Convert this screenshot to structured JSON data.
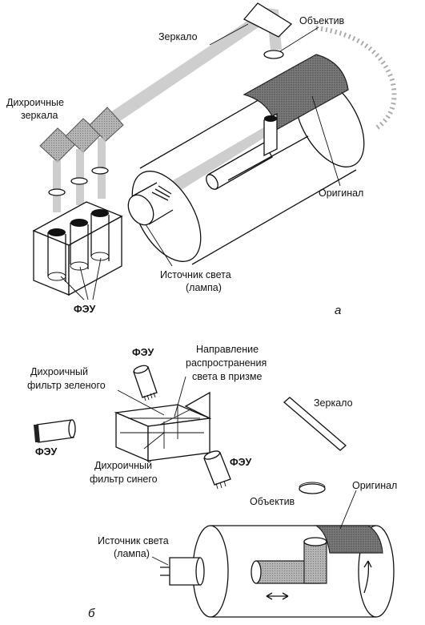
{
  "diagram_a": {
    "mirror": "Зеркало",
    "lens": "Объектив",
    "dichroic_mirrors_1": "Дихроичные",
    "dichroic_mirrors_2": "зеркала",
    "original": "Оригинал",
    "light_source_1": "Источник света",
    "light_source_2": "(лампа)",
    "pmt": "ФЭУ",
    "letter": "а"
  },
  "diagram_b": {
    "pmt_top": "ФЭУ",
    "light_dir_1": "Направление",
    "light_dir_2": "распространения",
    "light_dir_3": "света в призме",
    "green_filter_1": "Дихроичный",
    "green_filter_2": "фильтр зеленого",
    "mirror": "Зеркало",
    "pmt_left": "ФЭУ",
    "pmt_right": "ФЭУ",
    "blue_filter_1": "Дихроичный",
    "blue_filter_2": "фильтр синего",
    "lens": "Объектив",
    "original": "Оригинал",
    "light_source_1": "Источник света",
    "light_source_2": "(лампа)",
    "letter": "б"
  },
  "colors": {
    "line": "#111111",
    "beam": "#bdbdbd",
    "original_shading": "#6e6e6e"
  }
}
